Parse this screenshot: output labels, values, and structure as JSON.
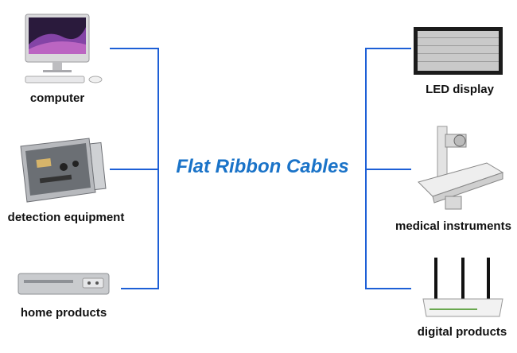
{
  "title": "Flat Ribbon Cables",
  "colors": {
    "connector": "#1d5fd6",
    "title": "#1a73c8"
  },
  "left_items": [
    {
      "label": "computer",
      "icon": "imac-computer-icon"
    },
    {
      "label": "detection equipment",
      "icon": "detection-equipment-case-icon"
    },
    {
      "label": "home products",
      "icon": "dvd-player-icon"
    }
  ],
  "right_items": [
    {
      "label": "LED display",
      "icon": "led-display-panel-icon"
    },
    {
      "label": "medical instruments",
      "icon": "x-ray-machine-icon"
    },
    {
      "label": "digital products",
      "icon": "wifi-router-icon"
    }
  ]
}
